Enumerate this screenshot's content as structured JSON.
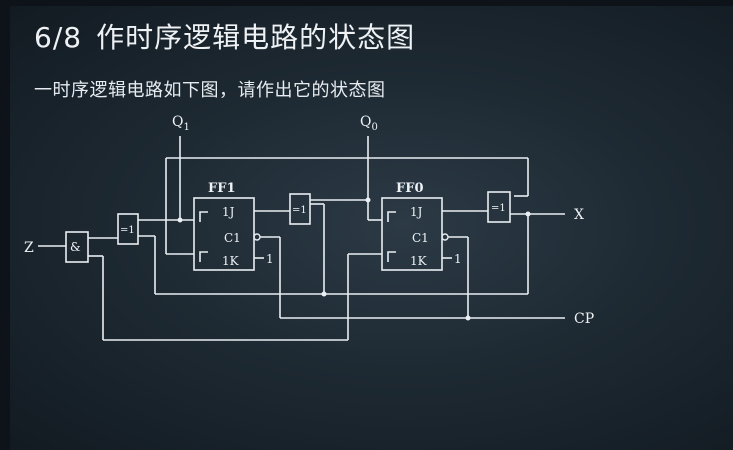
{
  "header": {
    "number": "6/8",
    "title": "作时序逻辑电路的状态图",
    "subtitle": "一时序逻辑电路如下图，请作出它的状态图"
  },
  "circuit": {
    "labels": {
      "q1": "Q",
      "q1_sub": "1",
      "q0": "Q",
      "q0_sub": "0",
      "z": "Z",
      "x": "X",
      "cp": "CP"
    },
    "gates": {
      "and": "&",
      "xor_in": "=1",
      "xor_mid": "=1",
      "xor_out": "=1"
    },
    "ff1": {
      "name": "FF1",
      "j": "1J",
      "c": "C1",
      "k": "1K",
      "k_const": "1"
    },
    "ff0": {
      "name": "FF0",
      "j": "1J",
      "c": "C1",
      "k": "1K",
      "k_const": "1"
    }
  }
}
